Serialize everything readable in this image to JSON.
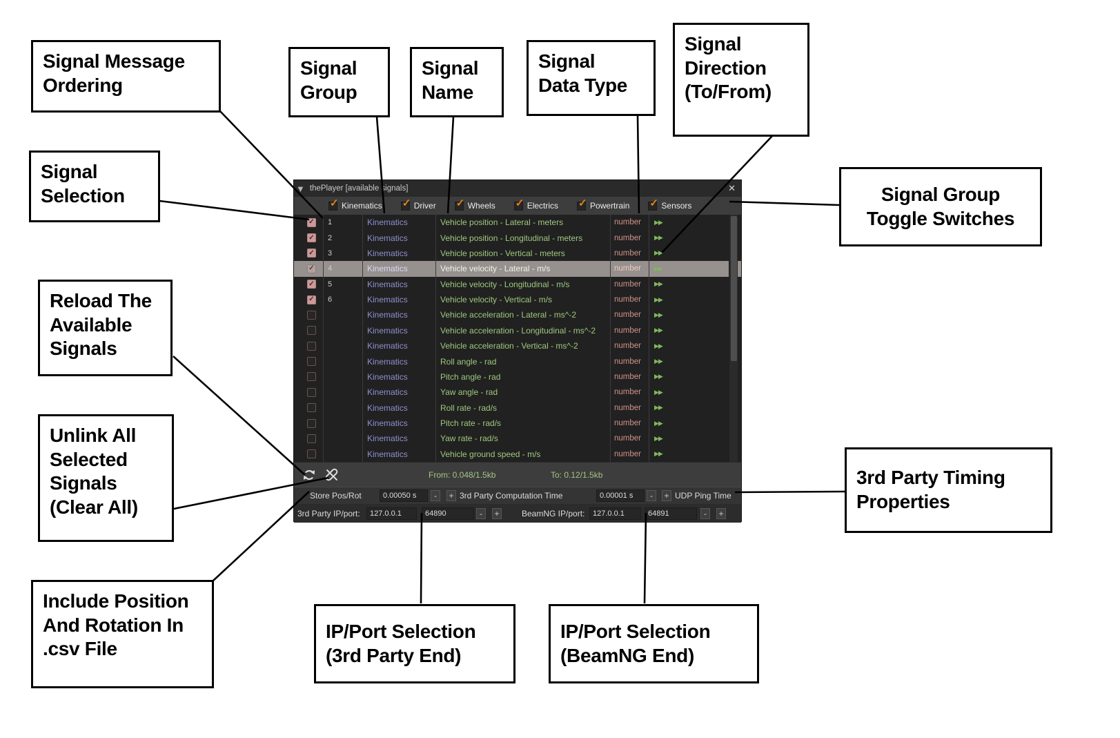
{
  "annotations": [
    {
      "label": "Signal Message\nOrdering"
    },
    {
      "label": "Signal\nGroup"
    },
    {
      "label": "Signal\nName"
    },
    {
      "label": "Signal\nData Type"
    },
    {
      "label": "Signal\nDirection\n(To/From)"
    },
    {
      "label": "Signal\nSelection"
    },
    {
      "label": "Signal Group\nToggle Switches"
    },
    {
      "label": "Reload The\nAvailable\nSignals"
    },
    {
      "label": "Unlink All\nSelected\nSignals\n(Clear All)"
    },
    {
      "label": "3rd Party Timing\nProperties"
    },
    {
      "label": "Include Position\nAnd Rotation In\n.csv File"
    },
    {
      "label": "IP/Port Selection\n(3rd Party End)"
    },
    {
      "label": "IP/Port Selection\n(BeamNG End)"
    }
  ],
  "icons": {
    "collapse": "▼",
    "close": "✕",
    "check": "✓",
    "direction": "▶▶"
  },
  "colors": {
    "accent_orange": "#e8830d",
    "group_text": "#8f8fd0",
    "signal_text": "#9fc87e",
    "type_text": "#d0938a",
    "status_text": "#a3c585",
    "checkbox_pink": "#cc9898"
  },
  "window": {
    "title": "thePlayer [available signals]",
    "toolbar": {
      "groups": [
        {
          "label": "Kinematics",
          "checked": true
        },
        {
          "label": "Driver",
          "checked": true
        },
        {
          "label": "Wheels",
          "checked": true
        },
        {
          "label": "Electrics",
          "checked": true
        },
        {
          "label": "Powertrain",
          "checked": true
        },
        {
          "label": "Sensors",
          "checked": true
        }
      ]
    },
    "table": {
      "rows": [
        {
          "checked": true,
          "selected": false,
          "order": "1",
          "group": "Kinematics",
          "name": "Vehicle position - Lateral - meters",
          "type": "number"
        },
        {
          "checked": true,
          "selected": false,
          "order": "2",
          "group": "Kinematics",
          "name": "Vehicle position - Longitudinal - meters",
          "type": "number"
        },
        {
          "checked": true,
          "selected": false,
          "order": "3",
          "group": "Kinematics",
          "name": "Vehicle position - Vertical - meters",
          "type": "number"
        },
        {
          "checked": true,
          "selected": true,
          "order": "4",
          "group": "Kinematics",
          "name": "Vehicle velocity - Lateral - m/s",
          "type": "number"
        },
        {
          "checked": true,
          "selected": false,
          "order": "5",
          "group": "Kinematics",
          "name": "Vehicle velocity - Longitudinal - m/s",
          "type": "number"
        },
        {
          "checked": true,
          "selected": false,
          "order": "6",
          "group": "Kinematics",
          "name": "Vehicle velocity - Vertical - m/s",
          "type": "number"
        },
        {
          "checked": false,
          "selected": false,
          "order": "",
          "group": "Kinematics",
          "name": "Vehicle acceleration - Lateral - ms^-2",
          "type": "number"
        },
        {
          "checked": false,
          "selected": false,
          "order": "",
          "group": "Kinematics",
          "name": "Vehicle acceleration - Longitudinal - ms^-2",
          "type": "number"
        },
        {
          "checked": false,
          "selected": false,
          "order": "",
          "group": "Kinematics",
          "name": "Vehicle acceleration - Vertical - ms^-2",
          "type": "number"
        },
        {
          "checked": false,
          "selected": false,
          "order": "",
          "group": "Kinematics",
          "name": "Roll angle - rad",
          "type": "number"
        },
        {
          "checked": false,
          "selected": false,
          "order": "",
          "group": "Kinematics",
          "name": "Pitch angle - rad",
          "type": "number"
        },
        {
          "checked": false,
          "selected": false,
          "order": "",
          "group": "Kinematics",
          "name": "Yaw angle - rad",
          "type": "number"
        },
        {
          "checked": false,
          "selected": false,
          "order": "",
          "group": "Kinematics",
          "name": "Roll rate - rad/s",
          "type": "number"
        },
        {
          "checked": false,
          "selected": false,
          "order": "",
          "group": "Kinematics",
          "name": "Pitch rate - rad/s",
          "type": "number"
        },
        {
          "checked": false,
          "selected": false,
          "order": "",
          "group": "Kinematics",
          "name": "Yaw rate - rad/s",
          "type": "number"
        },
        {
          "checked": false,
          "selected": false,
          "order": "",
          "group": "Kinematics",
          "name": "Vehicle ground speed - m/s",
          "type": "number"
        }
      ]
    },
    "status": {
      "from": "From: 0.048/1.5kb",
      "to": "To: 0.12/1.5kb"
    },
    "controls": {
      "store_label": "Store Pos/Rot",
      "store_value": "0.00050 s",
      "comp_label": "3rd Party Computation Time",
      "comp_value": "0.00001 s",
      "udp_label": "UDP Ping Time",
      "minus": "-",
      "plus": "+",
      "ip3_label": "3rd Party IP/port:",
      "ip3_value": "127.0.0.1",
      "port3_value": "64890",
      "ipb_label": "BeamNG IP/port:",
      "ipb_value": "127.0.0.1",
      "portb_value": "64891"
    }
  }
}
